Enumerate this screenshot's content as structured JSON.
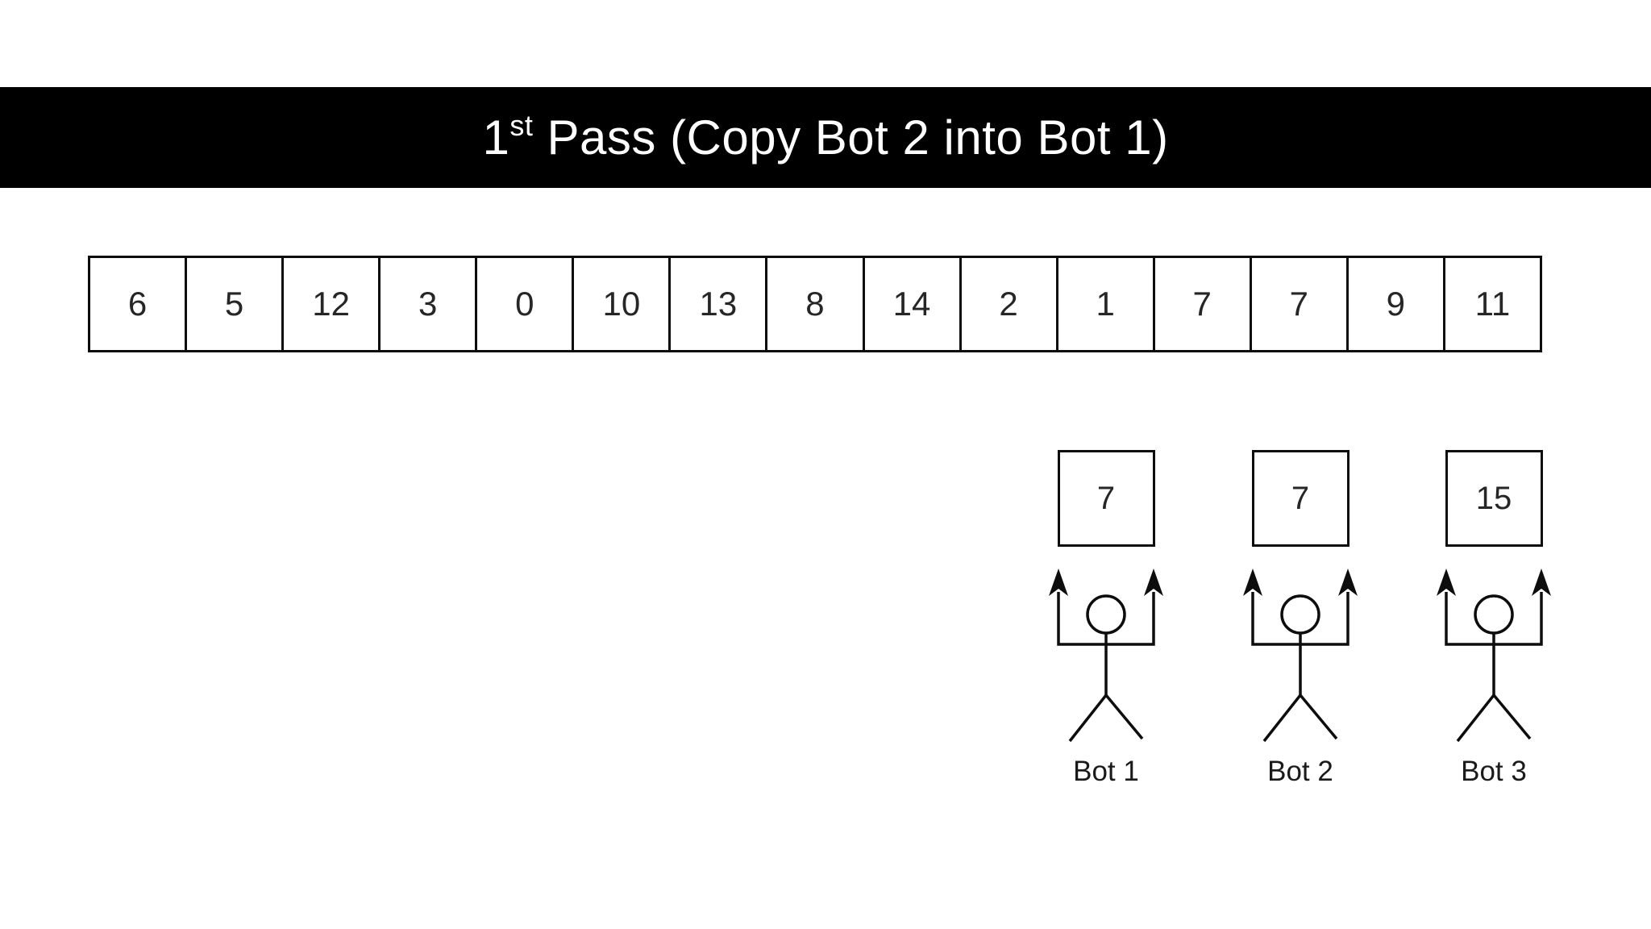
{
  "title": {
    "prefix": "1",
    "superscript": "st",
    "text": " Pass (Copy Bot 2 into Bot 1)"
  },
  "array": {
    "cells": [
      "6",
      "5",
      "12",
      "3",
      "0",
      "10",
      "13",
      "8",
      "14",
      "2",
      "1",
      "7",
      "7",
      "9",
      "11"
    ]
  },
  "bots": [
    {
      "label": "Bot 1",
      "value": "7"
    },
    {
      "label": "Bot 2",
      "value": "7"
    },
    {
      "label": "Bot 3",
      "value": "15"
    }
  ],
  "colors": {
    "banner_background": "#000000",
    "banner_text": "#ffffff",
    "diagram_stroke": "#0d0d0d",
    "page_background": "#ffffff"
  }
}
